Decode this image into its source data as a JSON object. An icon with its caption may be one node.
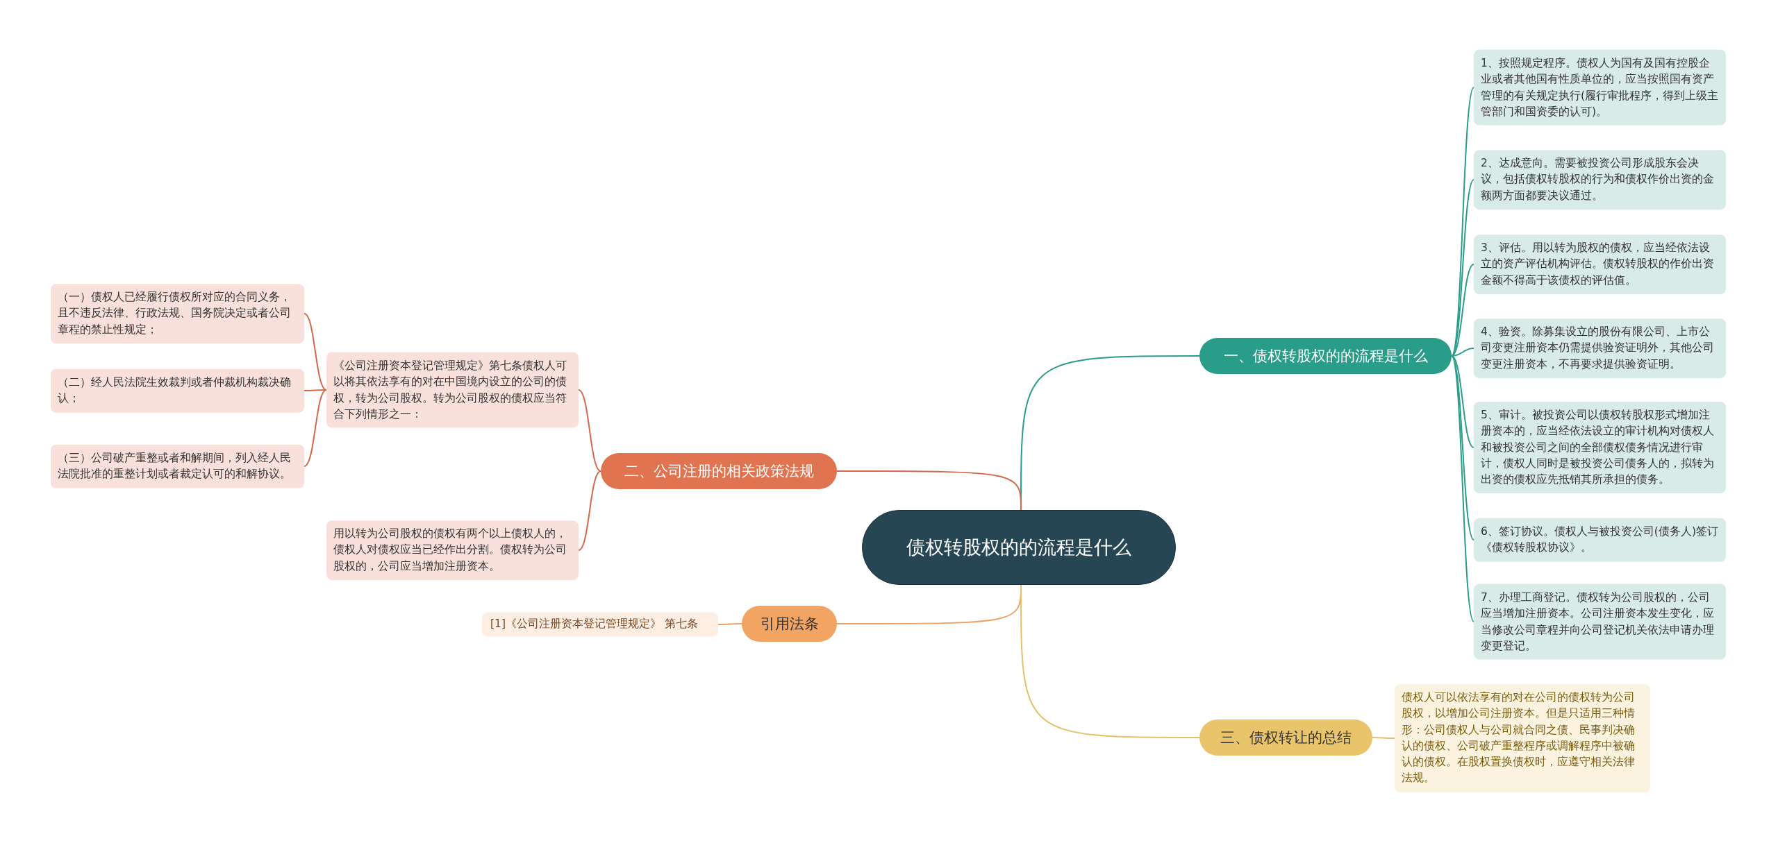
{
  "diagram": {
    "nodes": [
      {
        "text": [
          "债权转股权的的流程是什么"
        ]
      },
      {
        "text": [
          "一、债权转股权的的流程是什么"
        ]
      },
      {
        "text": [
          "1、按照规定程序。债权人为国有及国有控股企业或者其他国有性质单位的，应当按照国有资产管理的有关规定执行(履行审批程序，得到上级主管部门和国资委的认可)。"
        ]
      },
      {
        "text": [
          "2、达成意向。需要被投资公司形成股东会决议，包括债权转股权的行为和债权作价出资的金额两方面都要决议通过。"
        ]
      },
      {
        "text": [
          "3、评估。用以转为股权的债权，应当经依法设立的资产评估机构评估。债权转股权的作价出资金额不得高于该债权的评估值。"
        ]
      },
      {
        "text": [
          "4、验资。除募集设立的股份有限公司、上市公司变更注册资本仍需提供验资证明外，其他公司变更注册资本，不再要求提供验资证明。"
        ]
      },
      {
        "text": [
          "5、审计。被投资公司以债权转股权形式增加注册资本的，应当经依法设立的审计机构对债权人和被投资公司之间的全部债权债务情况进行审计，债权人同时是被投资公司债务人的，拟转为出资的债权应先抵销其所承担的债务。"
        ]
      },
      {
        "text": [
          "6、签订协议。债权人与被投资公司(债务人)签订《债权转股权协议》。"
        ]
      },
      {
        "text": [
          "7、办理工商登记。债权转为公司股权的，公司应当增加注册资本。公司注册资本发生变化，应当修改公司章程并向公司登记机关依法申请办理变更登记。"
        ]
      },
      {
        "text": [
          "二、公司注册的相关政策法规"
        ]
      },
      {
        "text": [
          "《公司注册资本登记管理规定》第七条债权人可以将其依法享有的对在中国境内设立的公司的债权，转为公司股权。转为公司股权的债权应当符合下列情形之一："
        ]
      },
      {
        "text": [
          "（一）债权人已经履行债权所对应的合同义务，且不违反法律、行政法规、国务院决定或者公司章程的禁止性规定；"
        ]
      },
      {
        "text": [
          "（二）经人民法院生效裁判或者仲裁机构裁决确认；"
        ]
      },
      {
        "text": [
          "（三）公司破产重整或者和解期间，列入经人民法院批准的重整计划或者裁定认可的和解协议。"
        ]
      },
      {
        "text": [
          "用以转为公司股权的债权有两个以上债权人的，债权人对债权应当已经作出分割。债权转为公司股权的，公司应当增加注册资本。"
        ]
      },
      {
        "text": [
          "引用法条"
        ]
      },
      {
        "text": [
          "[1]《公司注册资本登记管理规定》 第七条"
        ]
      },
      {
        "text": [
          "三、债权转让的总结"
        ]
      },
      {
        "text": [
          "债权人可以依法享有的对在公司的债权转为公司股权，以增加公司注册资本。但是只适用三种情形：公司债权人与公司就合同之债、民事判决确认的债权、公司破产重整程序或调解程序中被确认的债权。在股权置换债权时，应遵守相关法律法规。"
        ]
      }
    ],
    "edges": [
      {
        "from": 0,
        "to": 1,
        "arrow": "none"
      },
      {
        "from": 1,
        "to": 2,
        "arrow": "none"
      },
      {
        "from": 1,
        "to": 3,
        "arrow": "none"
      },
      {
        "from": 1,
        "to": 4,
        "arrow": "none"
      },
      {
        "from": 1,
        "to": 5,
        "arrow": "none"
      },
      {
        "from": 1,
        "to": 6,
        "arrow": "none"
      },
      {
        "from": 1,
        "to": 7,
        "arrow": "none"
      },
      {
        "from": 1,
        "to": 8,
        "arrow": "none"
      },
      {
        "from": 0,
        "to": 9,
        "arrow": "none",
        "color": "#d4694a"
      },
      {
        "from": 9,
        "to": 10,
        "arrow": "none",
        "color": "#d4694a"
      },
      {
        "from": 9,
        "to": 14,
        "arrow": "none",
        "color": "#d4694a"
      },
      {
        "from": 10,
        "to": 11,
        "arrow": "none",
        "color": "#d4694a"
      },
      {
        "from": 10,
        "to": 12,
        "arrow": "none",
        "color": "#d4694a"
      },
      {
        "from": 10,
        "to": 13,
        "arrow": "none",
        "color": "#d4694a"
      },
      {
        "from": 0,
        "to": 15,
        "arrow": "none",
        "color": "#eea263"
      },
      {
        "from": 15,
        "to": 16,
        "arrow": "none",
        "color": "#eea263"
      },
      {
        "from": 0,
        "to": 17,
        "arrow": "none",
        "color": "#e3c06a"
      },
      {
        "from": 17,
        "to": 18,
        "arrow": "none",
        "color": "#e3c06a"
      }
    ]
  }
}
